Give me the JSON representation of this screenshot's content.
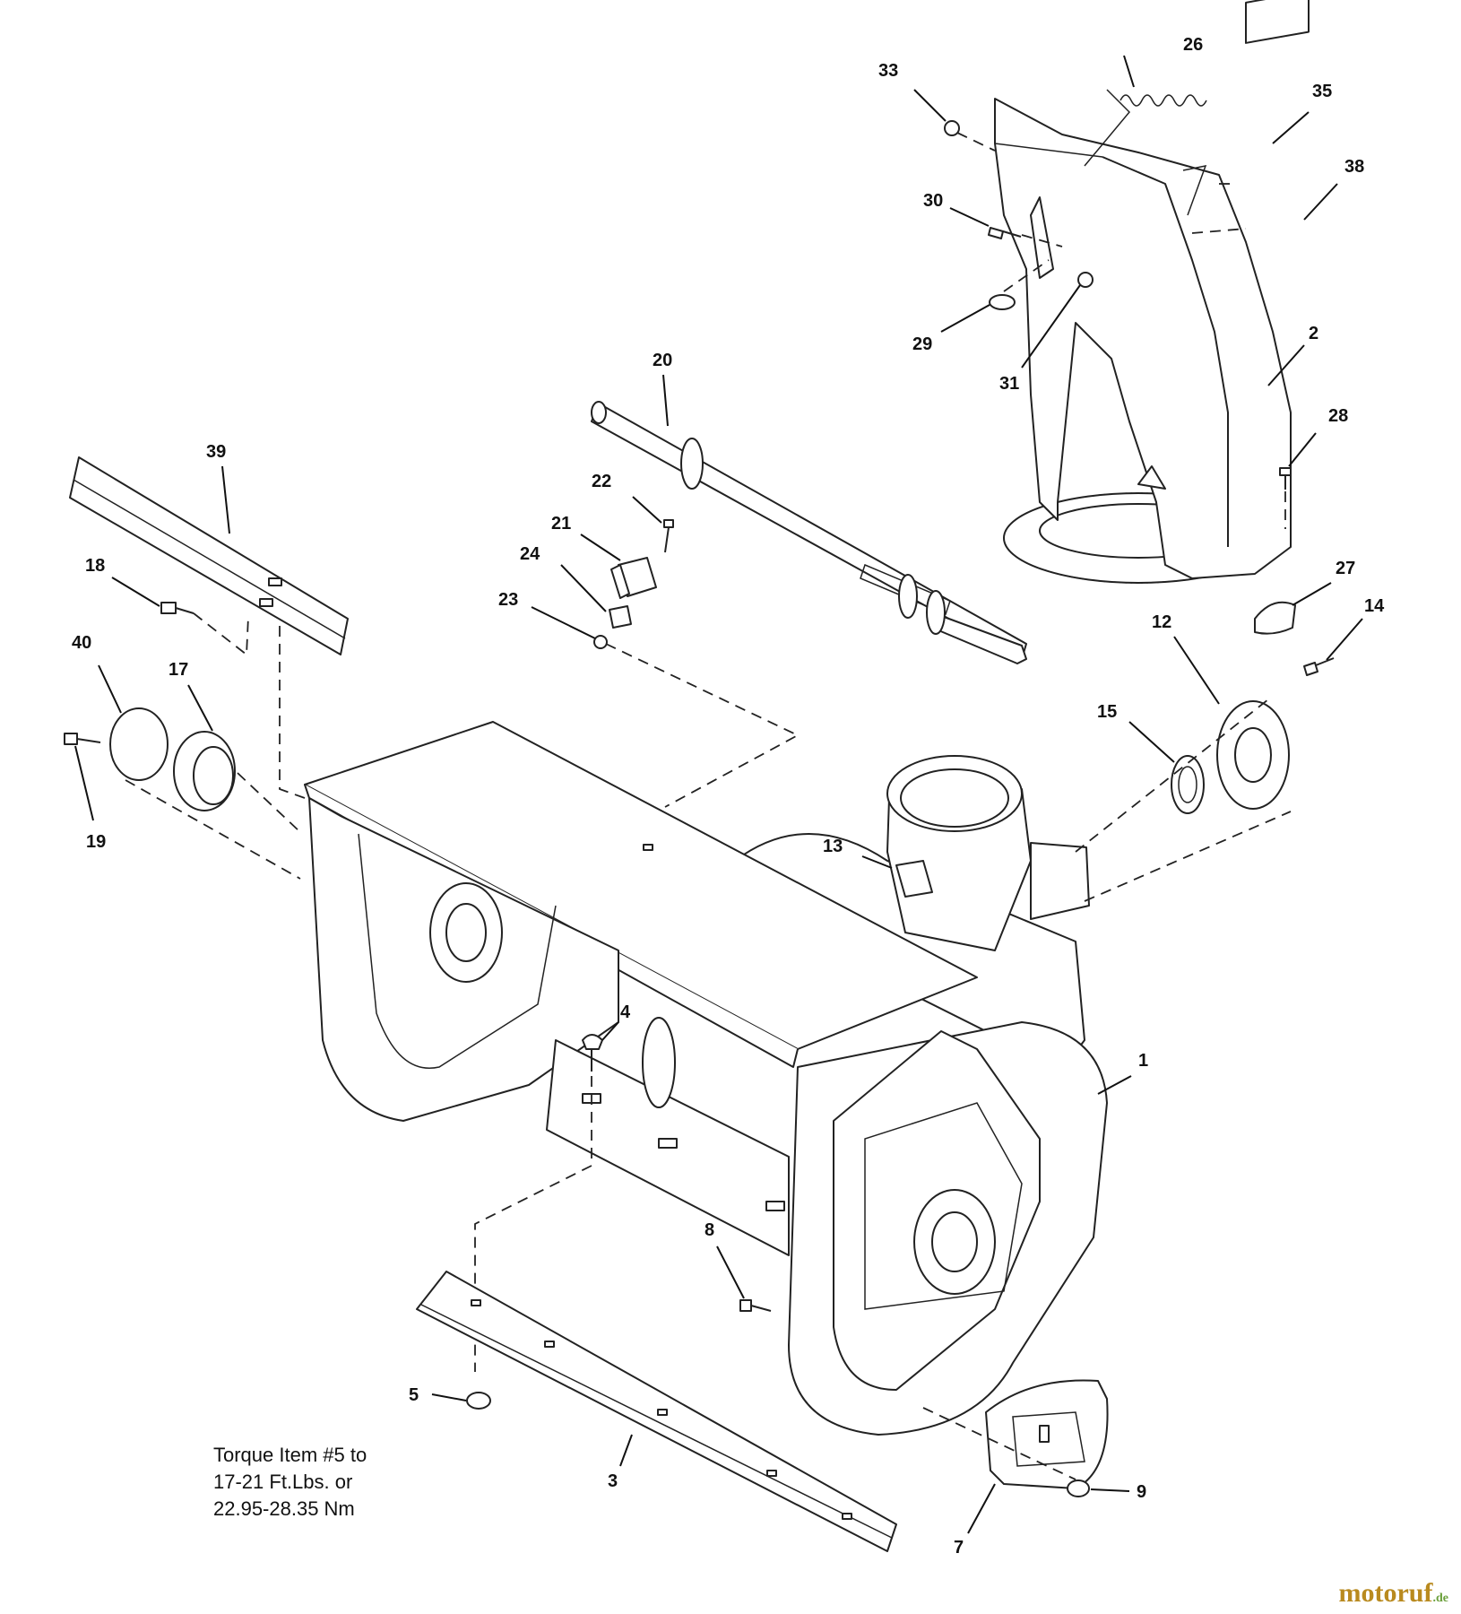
{
  "callouts": {
    "c1": "1",
    "c2": "2",
    "c3": "3",
    "c4": "4",
    "c5": "5",
    "c7": "7",
    "c8": "8",
    "c9": "9",
    "c12": "12",
    "c13": "13",
    "c14": "14",
    "c15": "15",
    "c17": "17",
    "c18": "18",
    "c19": "19",
    "c20": "20",
    "c21": "21",
    "c22": "22",
    "c23": "23",
    "c24": "24",
    "c26": "26",
    "c27": "27",
    "c28": "28",
    "c29": "29",
    "c30": "30",
    "c31": "31",
    "c33": "33",
    "c35": "35",
    "c38": "38",
    "c39": "39",
    "c40": "40"
  },
  "note": {
    "line1": "Torque Item #5 to",
    "line2": "17-21 Ft.Lbs. or",
    "line3": "22.95-28.35 Nm"
  },
  "watermark": {
    "brand": "motoruf",
    "tld": ".de"
  }
}
